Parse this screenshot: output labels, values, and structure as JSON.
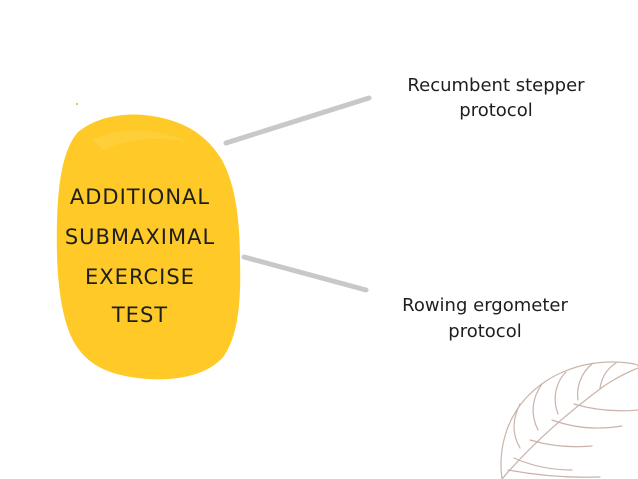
{
  "central_node": {
    "lines": [
      "ADDITIONAL",
      "SUBMAXIMAL",
      "EXERCISE",
      "TEST"
    ],
    "fill_color": "#ffc928"
  },
  "branches": [
    {
      "lines": [
        "Recumbent stepper",
        "protocol"
      ]
    },
    {
      "lines": [
        "Rowing ergometer",
        "protocol"
      ]
    }
  ],
  "connector_color": "#c8c8c8",
  "decoration": {
    "icon": "monstera-leaf-icon",
    "color": "#c9b4ab"
  }
}
